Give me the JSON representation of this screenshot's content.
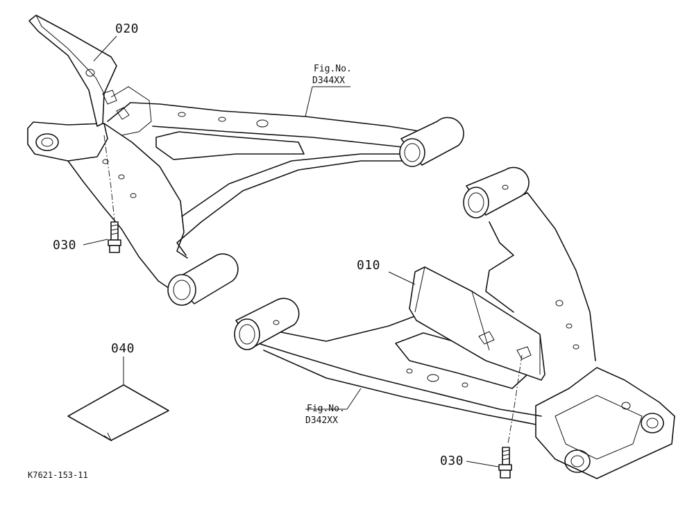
{
  "labels": {
    "part_020": "020",
    "part_010": "010",
    "part_030_upper": "030",
    "part_030_lower": "030",
    "part_040": "040",
    "fig_upper_line1": "Fig.No.",
    "fig_upper_line2": "D344XX",
    "fig_lower_line1": "Fig.No.",
    "fig_lower_line2": "D342XX",
    "drawing_code": "K7621-153-11"
  }
}
